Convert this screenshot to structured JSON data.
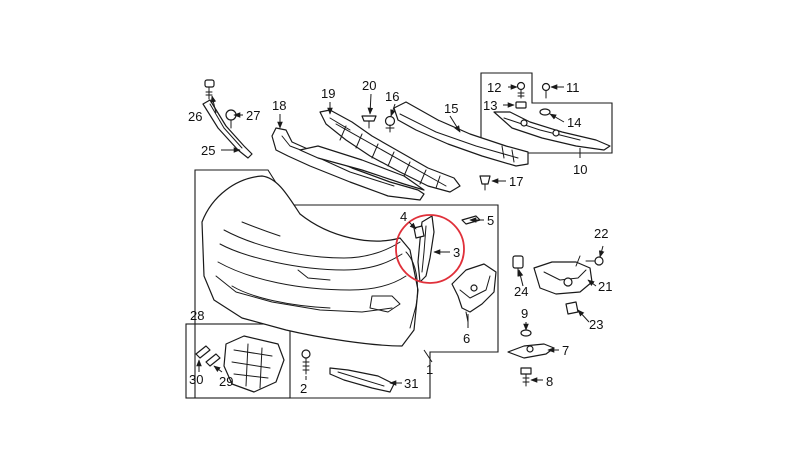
{
  "colors": {
    "line": "#1a1a1a",
    "highlight": "#e0303a",
    "background": "#ffffff"
  },
  "callouts": {
    "c1": "1",
    "c2": "2",
    "c3": "3",
    "c4": "4",
    "c5": "5",
    "c6": "6",
    "c7": "7",
    "c8": "8",
    "c9": "9",
    "c10": "10",
    "c11": "11",
    "c12": "12",
    "c13": "13",
    "c14": "14",
    "c15": "15",
    "c16": "16",
    "c17": "17",
    "c18": "18",
    "c19": "19",
    "c20": "20",
    "c21": "21",
    "c22": "22",
    "c23": "23",
    "c24": "24",
    "c25": "25",
    "c26": "26",
    "c27": "27",
    "c28": "28",
    "c29": "29",
    "c30": "30",
    "c31": "31"
  }
}
